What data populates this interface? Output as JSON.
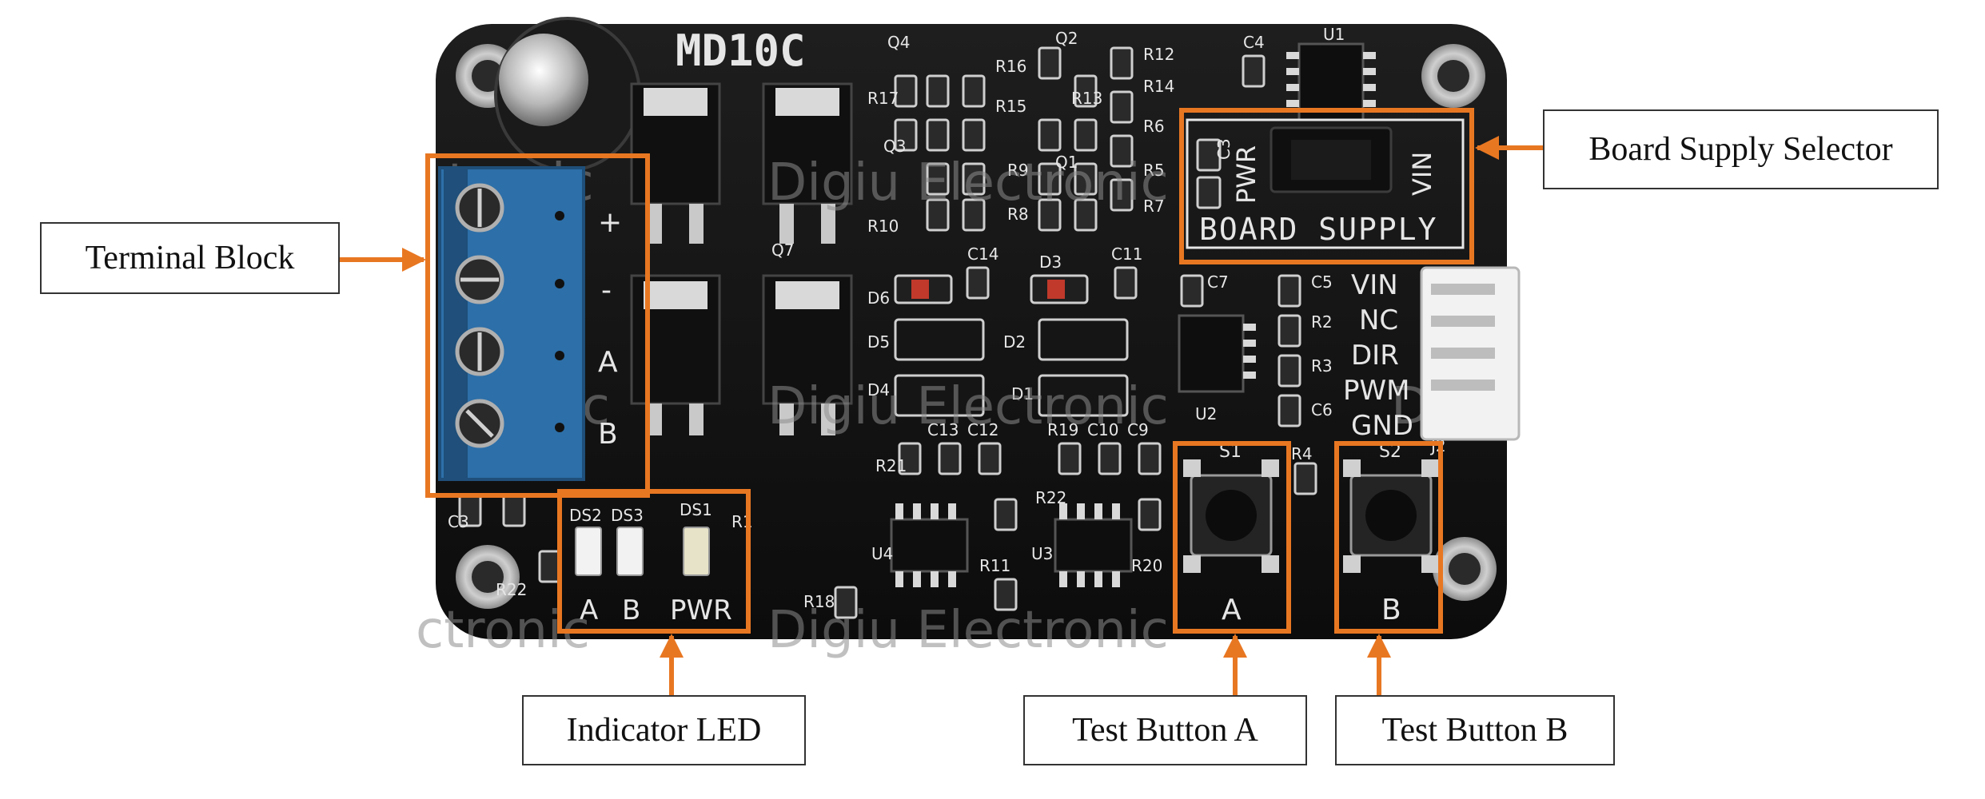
{
  "colors": {
    "board": "#141414",
    "highlight": "#e87722",
    "silkscreen": "#e6e6e6",
    "terminal_blue": "#2d6fa8",
    "watermark": "#8c8c8c"
  },
  "board": {
    "model_label": "MD10C",
    "board_supply_label": "BOARD SUPPLY",
    "supply_pwr_label": "PWR",
    "supply_vin_label": "VIN",
    "supply_c3_label": "C3",
    "terminal_labels": [
      "+",
      "-",
      "A",
      "B"
    ],
    "header_pins": [
      "VIN",
      "NC",
      "DIR",
      "PWM",
      "GND"
    ],
    "led_labels": [
      "DS2",
      "DS3",
      "DS1"
    ],
    "led_text": [
      "A",
      "B",
      "PWR"
    ],
    "button_a_ref": "S1",
    "button_b_ref": "S2",
    "button_a_text": "A",
    "button_b_text": "B",
    "component_refs": [
      "Q4",
      "Q2",
      "R17",
      "R16",
      "R15",
      "R13",
      "R12",
      "C4",
      "U1",
      "Q3",
      "Q1",
      "R9",
      "R6",
      "R5",
      "R14",
      "R7",
      "R10",
      "R8",
      "Q7",
      "C14",
      "D3",
      "C11",
      "C7",
      "C5",
      "D6",
      "D5",
      "D2",
      "D1",
      "D4",
      "R2",
      "R3",
      "C6",
      "U2",
      "C13",
      "C12",
      "R19",
      "C10",
      "C9",
      "R21",
      "R22",
      "R11",
      "U4",
      "U3",
      "R20",
      "R4",
      "J2",
      "R18",
      "R22",
      "C3",
      "R1"
    ],
    "watermark_texts": [
      "tronic",
      "Digiu Electronic",
      "ctronic",
      "Digiu Electronic",
      "ctronic",
      "Digiu Electronic",
      "Digiu"
    ]
  },
  "callouts": {
    "terminal_block": "Terminal Block",
    "board_supply_selector": "Board Supply Selector",
    "indicator_led": "Indicator LED",
    "test_button_a": "Test Button A",
    "test_button_b": "Test Button B"
  }
}
